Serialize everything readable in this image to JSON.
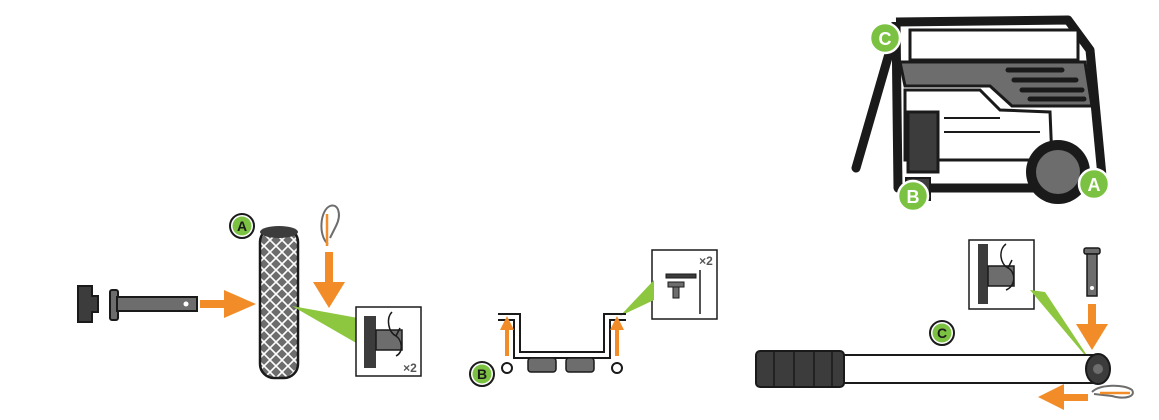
{
  "labels": {
    "a": "A",
    "b": "B",
    "c": "C"
  },
  "quantities": {
    "wheel_clip": "×2",
    "bracket_bolt": "×2"
  },
  "colors": {
    "arrow_orange": "#f28c28",
    "badge_green": "#7cc242",
    "detail_green": "#8dc63f",
    "part_dark": "#3c3c3c",
    "part_mid": "#6d6d6d",
    "outline": "#1a1a1a"
  },
  "icons": {
    "arrow": "arrow-icon",
    "hair_pin": "hair-pin-icon",
    "wheel": "wheel-icon",
    "axle_pin": "axle-pin-icon",
    "bolt": "bolt-icon"
  }
}
